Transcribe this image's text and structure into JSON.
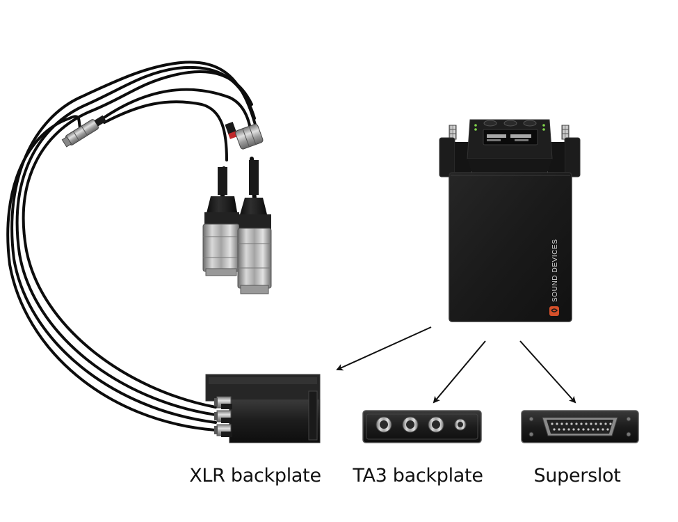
{
  "labels": {
    "xlr_backplate": "XLR backplate",
    "ta3_backplate": "TA3 backplate",
    "superslot": "Superslot"
  },
  "device": {
    "brand_text": "SOUND DEVICES"
  },
  "colors": {
    "background": "#ffffff",
    "device_body": "#1b1b1b",
    "cable": "#0d0d0d",
    "connector_silver": "#b5b5b5",
    "brand_accent": "#d4502a",
    "marker_red": "#c0282a",
    "led_green": "#7fd34a",
    "arrow": "#111111"
  }
}
